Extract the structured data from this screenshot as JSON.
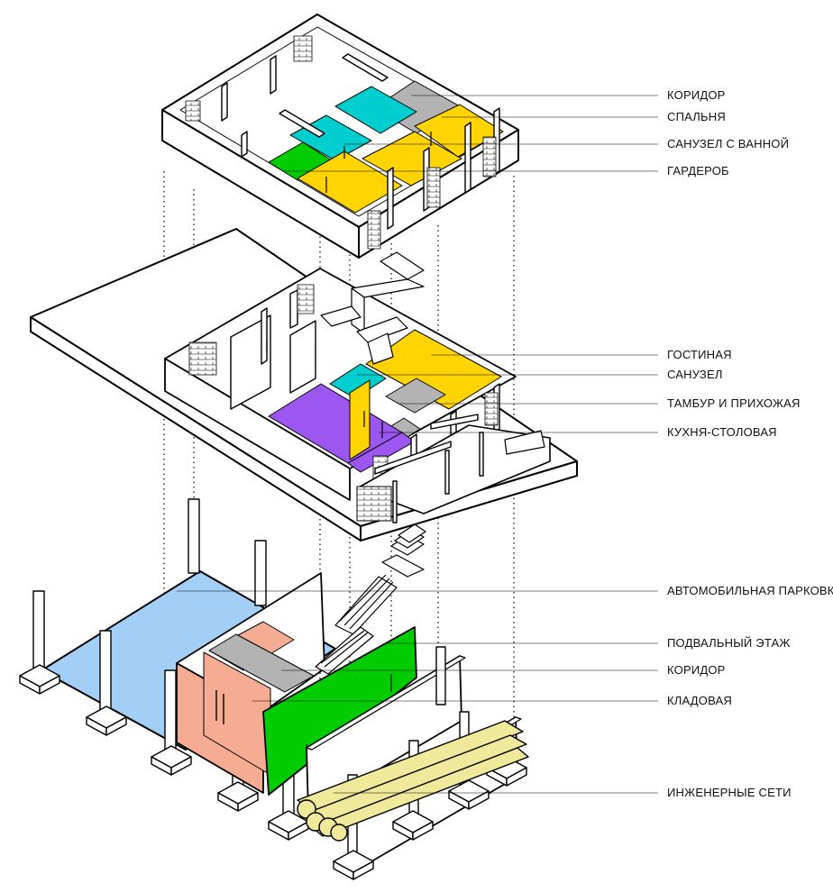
{
  "palette": {
    "corridor": "#b3b3b3",
    "bedroom": "#ffd400",
    "bath": "#00cdcd",
    "wardrobe": "#00cc00",
    "kitchen": "#9b57f0",
    "parking": "#a3cff7",
    "storage": "#f6ab93",
    "basement": "#00cc00",
    "pipes": "#f0e89a",
    "outline": "#000000"
  },
  "levels": {
    "upper": {
      "labels": [
        "КОРИДОР",
        "СПАЛЬНЯ",
        "САНУЗЕЛ С ВАННОЙ",
        "ГАРДЕРОБ"
      ]
    },
    "ground": {
      "labels": [
        "ГОСТИНАЯ",
        "САНУЗЕЛ",
        "ТАМБУР И ПРИХОЖАЯ",
        "КУХНЯ-СТОЛОВАЯ"
      ]
    },
    "basement": {
      "labels": [
        "АВТОМОБИЛЬНАЯ ПАРКОВКА",
        "ПОДВАЛЬНЫЙ ЭТАЖ",
        "КОРИДОР",
        "КЛАДОВАЯ",
        "ИНЖЕНЕРНЫЕ СЕТИ"
      ]
    }
  }
}
